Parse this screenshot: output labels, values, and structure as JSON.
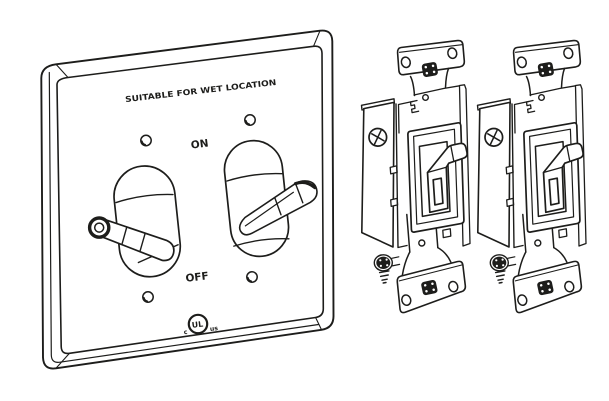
{
  "illustration": {
    "background_color": "#ffffff",
    "line_color": "#1d1d1b",
    "cover_plate": {
      "marking_text": "SUITABLE FOR WET LOCATION",
      "on_label": "ON",
      "off_label": "OFF",
      "ul_mark": {
        "letters": "UL",
        "prefix": "c",
        "suffix": "us"
      }
    }
  }
}
